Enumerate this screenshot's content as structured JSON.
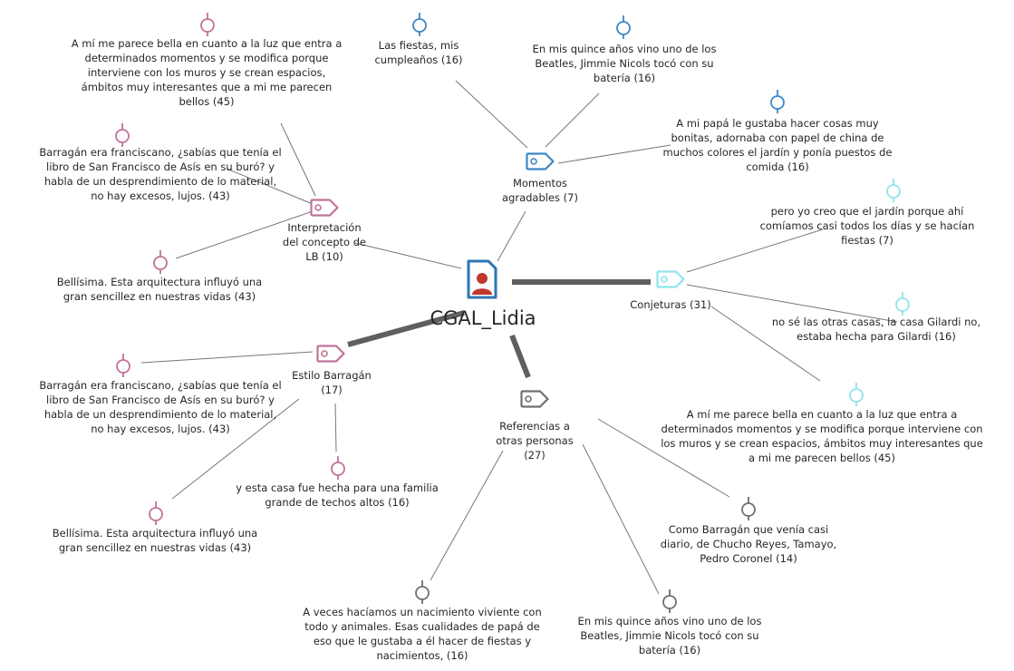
{
  "center": {
    "label": "CGAL_Lidia",
    "icon": "document-person-icon",
    "colors": {
      "icon": "#2e75b6",
      "person": "#c0392b"
    }
  },
  "codes": [
    {
      "id": "interpretacion",
      "label": "Interpretación\ndel concepto de\nLB (10)",
      "color": "#c0739b"
    },
    {
      "id": "momentos",
      "label": "Momentos\nagradables (7)",
      "color": "#3c87c6"
    },
    {
      "id": "conjeturas",
      "label": "Conjeturas (31)",
      "color": "#8fe3ec"
    },
    {
      "id": "estilo",
      "label": "Estilo Barragán\n(17)",
      "color": "#c0739b"
    },
    {
      "id": "referencias",
      "label": "Referencias a\notras personas\n(27)",
      "color": "#707070"
    }
  ],
  "quotes": [
    {
      "code": "interpretacion",
      "label": "A mí me parece bella en cuanto a la luz que entra a\ndeterminados momentos y se modifica porque\ninterviene con los muros y se crean espacios,\námbitos muy interesantes que a mi me parecen\nbellos (45)"
    },
    {
      "code": "interpretacion",
      "label": "Barragán era franciscano, ¿sabías que tenía el\nlibro de San Francisco de Asís en su buró? y\nhabla de un desprendimiento de lo material,\nno hay excesos, lujos. (43)"
    },
    {
      "code": "interpretacion",
      "label": "Bellísima. Esta arquitectura influyó una\ngran sencillez en nuestras vidas (43)"
    },
    {
      "code": "momentos",
      "label": "Las fiestas, mis\ncumpleaños (16)"
    },
    {
      "code": "momentos",
      "label": "En mis quince años vino uno de los\nBeatles, Jimmie Nicols tocó con su\nbatería (16)"
    },
    {
      "code": "momentos",
      "label": "A mi papá le gustaba hacer cosas muy\nbonitas, adornaba con papel de china de\nmuchos colores el jardín y ponía puestos de\ncomida (16)"
    },
    {
      "code": "conjeturas",
      "label": "pero yo creo que el jardín porque ahí\ncomíamos casi todos los días y se hacían\nfiestas (7)"
    },
    {
      "code": "conjeturas",
      "label": "no sé las otras casas, la casa Gilardi no,\nestaba hecha para Gilardi (16)"
    },
    {
      "code": "conjeturas",
      "label": "A mí me parece bella en cuanto a la luz que entra a\ndeterminados momentos y se modifica porque interviene con\nlos muros y se crean espacios, ámbitos muy interesantes que\na mi me parecen bellos (45)"
    },
    {
      "code": "estilo",
      "label": "Barragán era franciscano, ¿sabías que tenía el\nlibro de San Francisco de Asís en su buró? y\nhabla de un desprendimiento de lo material,\nno hay excesos, lujos. (43)"
    },
    {
      "code": "estilo",
      "label": "y esta casa fue hecha para una familia\ngrande de techos altos (16)"
    },
    {
      "code": "estilo",
      "label": "Bellísima. Esta arquitectura influyó una\ngran sencillez en nuestras vidas (43)"
    },
    {
      "code": "referencias",
      "label": "Como Barragán que venía casi\ndiario, de Chucho Reyes, Tamayo,\nPedro Coronel (14)"
    },
    {
      "code": "referencias",
      "label": "En mis quince años vino uno de los\nBeatles, Jimmie Nicols tocó con su\nbatería (16)"
    },
    {
      "code": "referencias",
      "label": "A veces hacíamos un nacimiento viviente con\ntodo y animales. Esas cualidades de papá de\neso que le gustaba a él hacer de fiestas y\nnacimientos, (16)"
    }
  ]
}
